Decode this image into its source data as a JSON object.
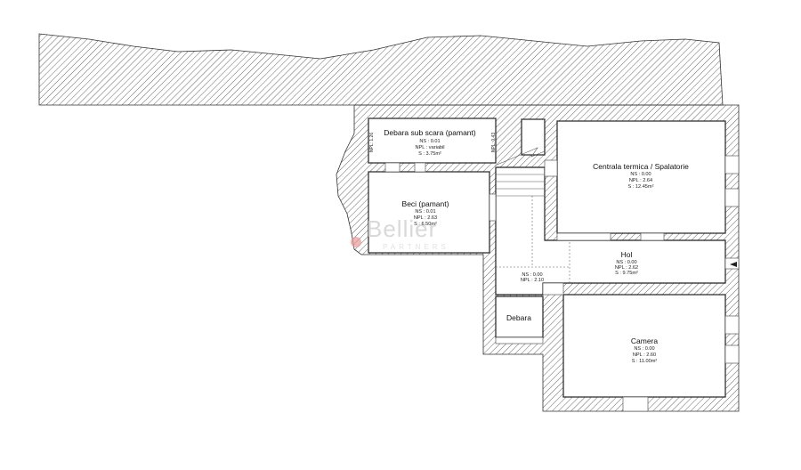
{
  "rooms": {
    "debara_sub_scara": {
      "name": "Debara sub scara (pamant)",
      "ns": "NS : 0.01",
      "npl": "NPL : variabil",
      "s": "S : 3.75m²",
      "side_left": "NPL: 1.26",
      "side_right": "NPL: 0.43"
    },
    "beci": {
      "name": "Beci (pamant)",
      "ns": "NS : 0.01",
      "npl": "NPL : 2.63",
      "s": "S : 6.50m²"
    },
    "centrala": {
      "name": "Centrala termica / Spalatorie",
      "ns": "NS : 0.00",
      "npl": "NPL : 2.64",
      "s": "S : 12.45m²"
    },
    "hol": {
      "name": "Hol",
      "ns": "NS : 0.00",
      "npl": "NPL : 2.62",
      "s": "S : 9.75m²"
    },
    "stair_area": {
      "ns": "NS : 0.00",
      "npl": "NPL : 2.10"
    },
    "debara": {
      "name": "Debara"
    },
    "camera": {
      "name": "Camera",
      "ns": "NS : 0.00",
      "npl": "NPL : 2.60",
      "s": "S : 11.00m²"
    }
  },
  "watermark": {
    "word": "Bellier",
    "sub": "PARTNERS"
  },
  "colors": {
    "wall_stroke": "#333333",
    "hatch": "#555555",
    "watermark": "#d9d9d9",
    "watermark_dot": "#e59a9a"
  }
}
